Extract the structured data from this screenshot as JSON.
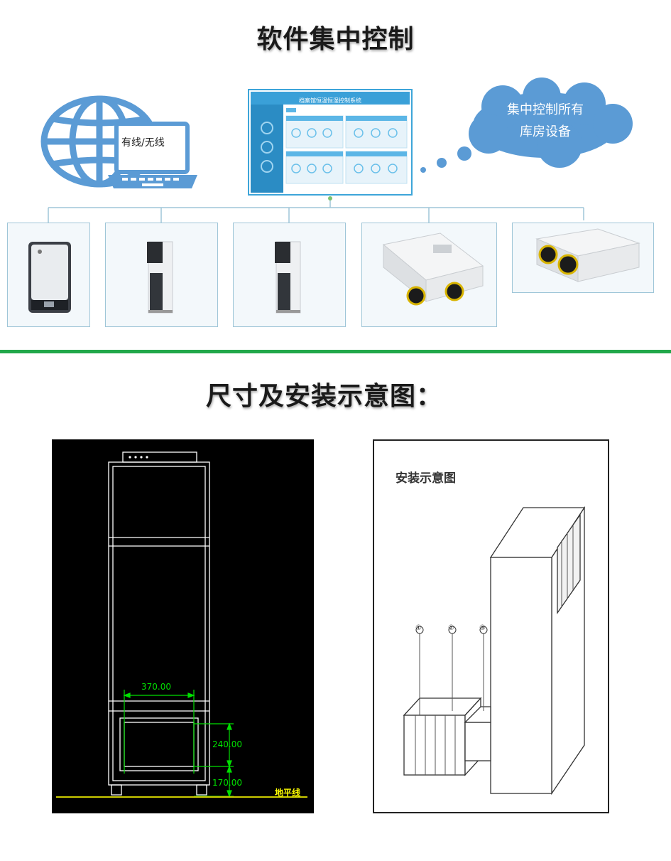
{
  "header": {
    "title": "软件集中控制"
  },
  "network": {
    "laptop_label": "有线/无线",
    "cloud_line1": "集中控制所有",
    "cloud_line2": "库房设备",
    "dashboard_title": "档案馆恒温恒湿控制系统"
  },
  "section": {
    "title": "尺寸及安装示意图："
  },
  "cad_drawing": {
    "dim_width": "370.00",
    "dim_height": "240.00",
    "dim_floor": "170.00",
    "floor_label": "地平线"
  },
  "install_diagram": {
    "title": "安装示意图",
    "markers": [
      "①",
      "②",
      "③"
    ]
  },
  "colors": {
    "accent_green": "#21a84a",
    "globe_blue": "#5b9bd5",
    "cad_green": "#00e000",
    "cad_yellow": "#ffff00"
  }
}
